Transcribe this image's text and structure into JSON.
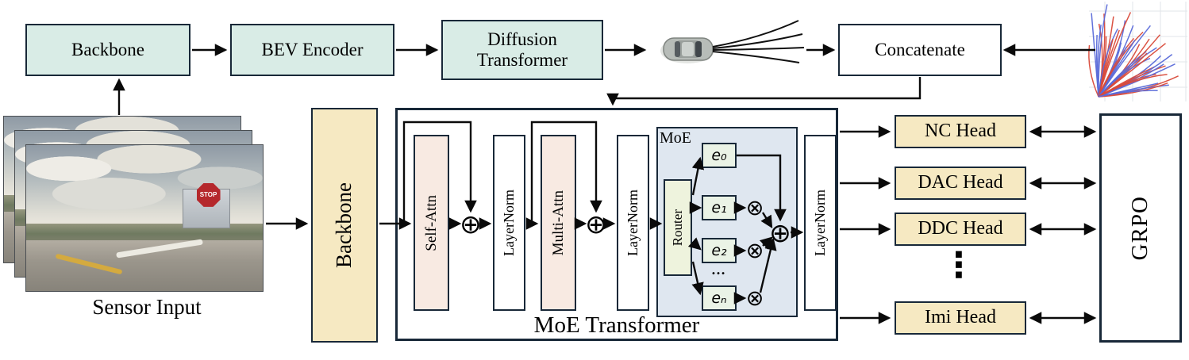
{
  "palette": {
    "border_dark": "#182838",
    "teal_fill": "#d9ece6",
    "yellow_fill": "#f6e9c2",
    "pink_fill": "#f8eae2",
    "moe_fill": "#dfe7f0",
    "expert_fill": "#eaf3e6",
    "router_fill": "#eef3dd"
  },
  "pipeline": {
    "backbone": "Backbone",
    "bev_encoder": "BEV Encoder",
    "diffusion_transformer": "Diffusion Transformer",
    "concatenate": "Concatenate"
  },
  "sensor": {
    "label": "Sensor Input",
    "stop_sign": "STOP"
  },
  "encoder_backbone": {
    "label": "Backbone"
  },
  "moe": {
    "container_label": "MoE Transformer",
    "self_attn": "Self-Attn",
    "layernorm_1": "LayerNorm",
    "multi_attn": "Multi-Attn",
    "layernorm_2": "LayerNorm",
    "layernorm_3": "LayerNorm",
    "block_label": "MoE",
    "router": "Router",
    "experts": [
      "e₀",
      "e₁",
      "e₂",
      "eₙ"
    ],
    "experts_ellipsis": "…"
  },
  "symbols": {
    "add": "⊕",
    "multiply": "⊗"
  },
  "heads": {
    "items": [
      "NC Head",
      "DAC Head",
      "DDC Head",
      "Imi Head"
    ],
    "ellipsis": "⋮"
  },
  "grpo": {
    "label": "GRPO"
  }
}
